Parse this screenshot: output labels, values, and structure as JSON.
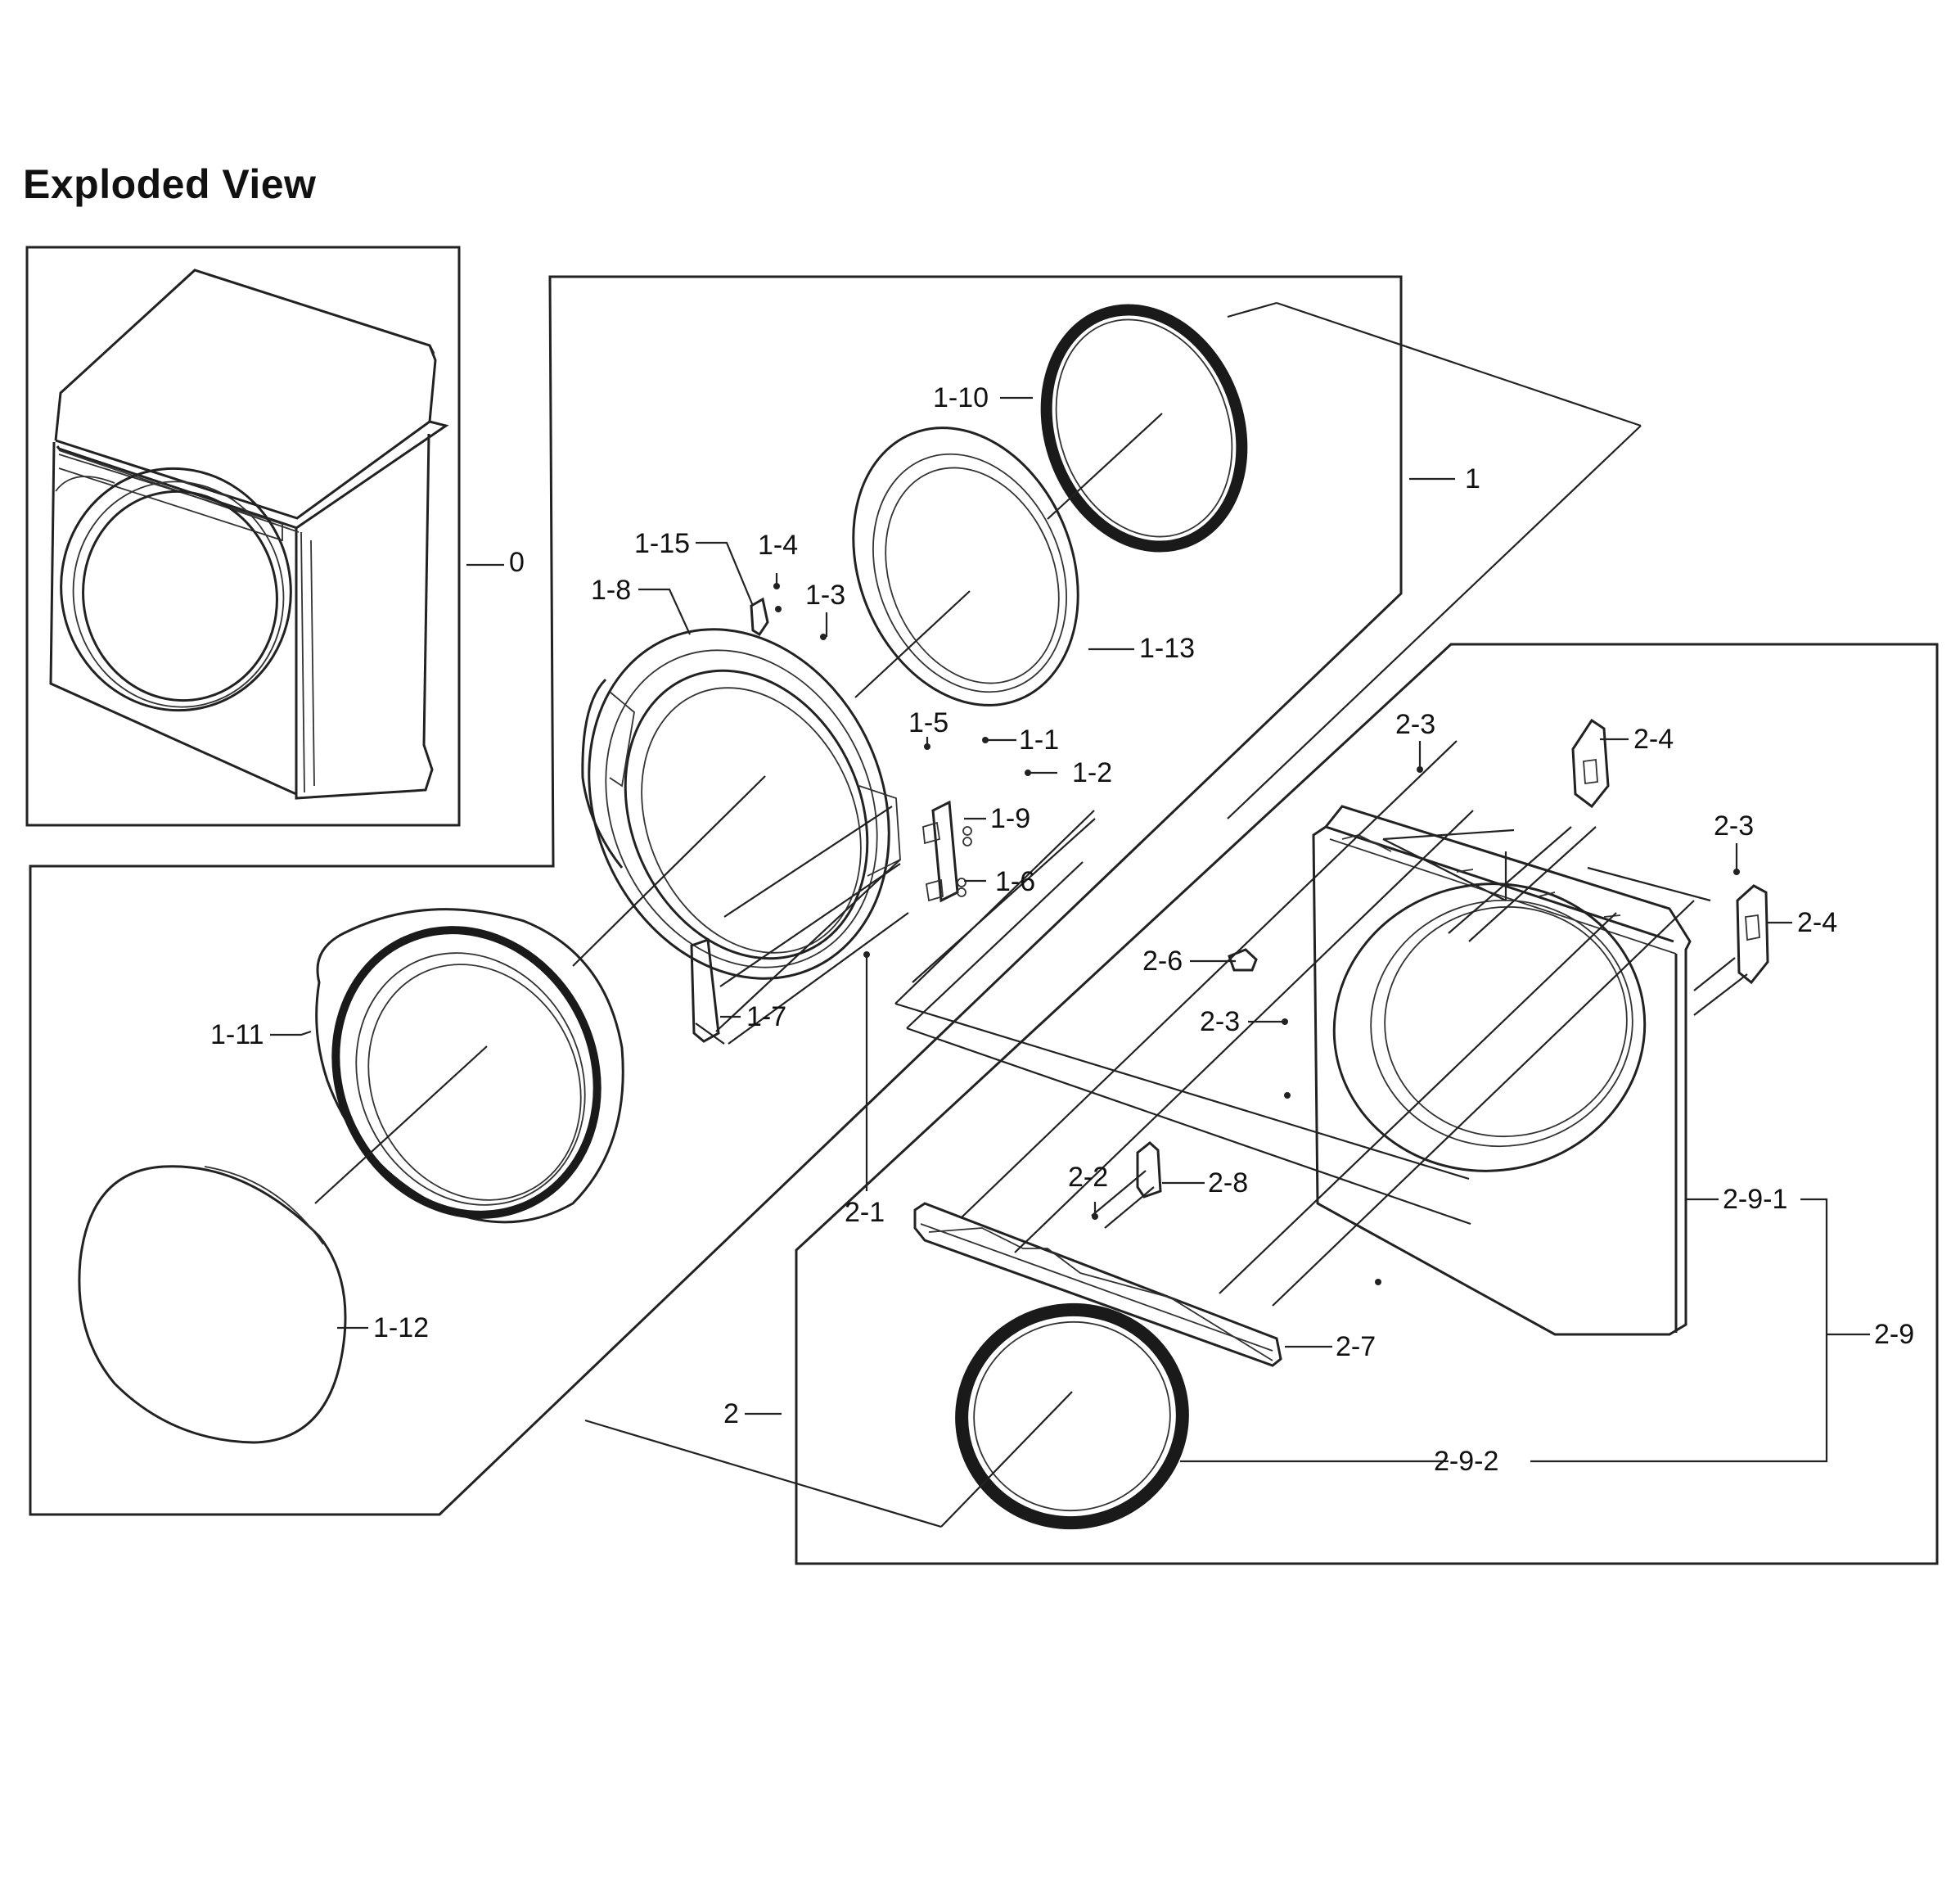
{
  "title": "Exploded View",
  "parts": {
    "p0": "0",
    "p1": "1",
    "p1_1": "1-1",
    "p1_2": "1-2",
    "p1_3": "1-3",
    "p1_4": "1-4",
    "p1_5": "1-5",
    "p1_6": "1-6",
    "p1_7": "1-7",
    "p1_8": "1-8",
    "p1_9": "1-9",
    "p1_10": "1-10",
    "p1_11": "1-11",
    "p1_12": "1-12",
    "p1_13": "1-13",
    "p1_15": "1-15",
    "p2": "2",
    "p2_1": "2-1",
    "p2_2": "2-2",
    "p2_3a": "2-3",
    "p2_3b": "2-3",
    "p2_3c": "2-3",
    "p2_4a": "2-4",
    "p2_4b": "2-4",
    "p2_6": "2-6",
    "p2_7": "2-7",
    "p2_8": "2-8",
    "p2_9": "2-9",
    "p2_9_1": "2-9-1",
    "p2_9_2": "2-9-2"
  }
}
